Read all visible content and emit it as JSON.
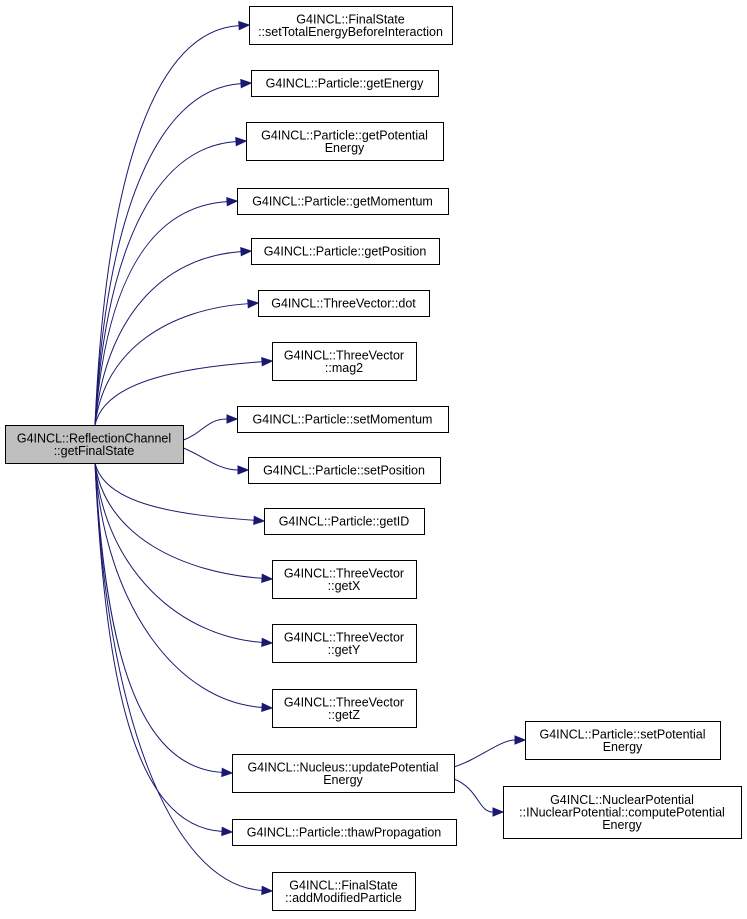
{
  "colors": {
    "edge": "#191970",
    "root_fill": "#bfbfbf",
    "node_fill": "#ffffff",
    "node_stroke": "#000000"
  },
  "nodes": [
    {
      "id": "root",
      "lines": [
        "G4INCL::ReflectionChannel",
        "::getFinalState"
      ]
    },
    {
      "id": "n1",
      "lines": [
        "G4INCL::FinalState",
        "::setTotalEnergyBeforeInteraction"
      ]
    },
    {
      "id": "n2",
      "lines": [
        "G4INCL::Particle::getEnergy"
      ]
    },
    {
      "id": "n3",
      "lines": [
        "G4INCL::Particle::getPotential",
        "Energy"
      ]
    },
    {
      "id": "n4",
      "lines": [
        "G4INCL::Particle::getMomentum"
      ]
    },
    {
      "id": "n5",
      "lines": [
        "G4INCL::Particle::getPosition"
      ]
    },
    {
      "id": "n6",
      "lines": [
        "G4INCL::ThreeVector::dot"
      ]
    },
    {
      "id": "n7",
      "lines": [
        "G4INCL::ThreeVector",
        "::mag2"
      ]
    },
    {
      "id": "n8",
      "lines": [
        "G4INCL::Particle::setMomentum"
      ]
    },
    {
      "id": "n9",
      "lines": [
        "G4INCL::Particle::setPosition"
      ]
    },
    {
      "id": "n10",
      "lines": [
        "G4INCL::Particle::getID"
      ]
    },
    {
      "id": "n11",
      "lines": [
        "G4INCL::ThreeVector",
        "::getX"
      ]
    },
    {
      "id": "n12",
      "lines": [
        "G4INCL::ThreeVector",
        "::getY"
      ]
    },
    {
      "id": "n13",
      "lines": [
        "G4INCL::ThreeVector",
        "::getZ"
      ]
    },
    {
      "id": "n14",
      "lines": [
        "G4INCL::Nucleus::updatePotential",
        "Energy"
      ]
    },
    {
      "id": "n15",
      "lines": [
        "G4INCL::Particle::thawPropagation"
      ]
    },
    {
      "id": "n16",
      "lines": [
        "G4INCL::FinalState",
        "::addModifiedParticle"
      ]
    },
    {
      "id": "n17",
      "lines": [
        "G4INCL::Particle::setPotential",
        "Energy"
      ]
    },
    {
      "id": "n18",
      "lines": [
        "G4INCL::NuclearPotential",
        "::INuclearPotential::computePotential",
        "Energy"
      ]
    }
  ],
  "edges": [
    {
      "from": "root",
      "to": "n1"
    },
    {
      "from": "root",
      "to": "n2"
    },
    {
      "from": "root",
      "to": "n3"
    },
    {
      "from": "root",
      "to": "n4"
    },
    {
      "from": "root",
      "to": "n5"
    },
    {
      "from": "root",
      "to": "n6"
    },
    {
      "from": "root",
      "to": "n7"
    },
    {
      "from": "root",
      "to": "n8"
    },
    {
      "from": "root",
      "to": "n9"
    },
    {
      "from": "root",
      "to": "n10"
    },
    {
      "from": "root",
      "to": "n11"
    },
    {
      "from": "root",
      "to": "n12"
    },
    {
      "from": "root",
      "to": "n13"
    },
    {
      "from": "root",
      "to": "n14"
    },
    {
      "from": "root",
      "to": "n15"
    },
    {
      "from": "root",
      "to": "n16"
    },
    {
      "from": "n14",
      "to": "n17"
    },
    {
      "from": "n14",
      "to": "n18"
    }
  ]
}
